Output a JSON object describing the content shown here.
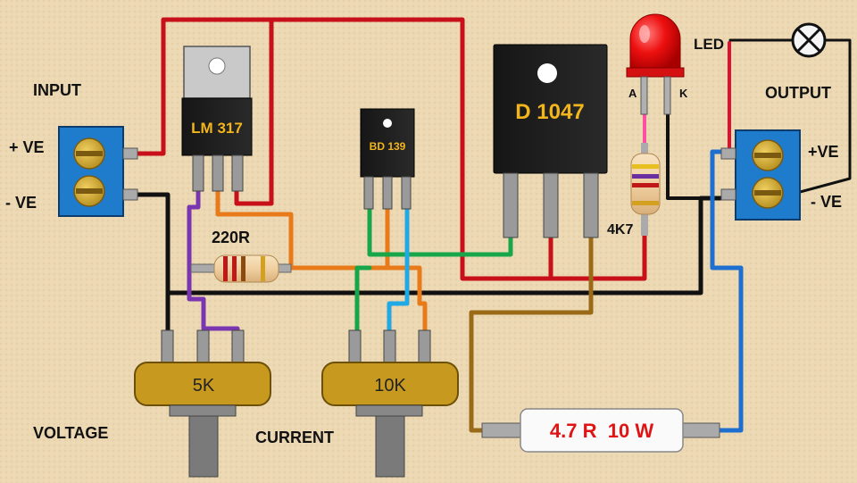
{
  "labels": {
    "input": "INPUT",
    "input_pos": "+ VE",
    "input_neg": "- VE",
    "output": "OUTPUT",
    "output_pos": "+VE",
    "output_neg": "- VE",
    "led": "LED",
    "led_anode": "A",
    "led_cathode": "K",
    "voltage": "VOLTAGE",
    "current": "CURRENT"
  },
  "components": {
    "regulator": "LM 317",
    "driver": "BD 139",
    "power_transistor": "D 1047",
    "resistor_220": "220R",
    "resistor_4k7": "4K7",
    "pot_voltage": "5K",
    "pot_current": "10K",
    "shunt_resistor": "4.7 R  10 W"
  },
  "colors": {
    "background": "#ecd9b4",
    "wire_red": "#c8101a",
    "wire_black": "#111111",
    "wire_orange": "#e87a1a",
    "wire_purple": "#7a35b0",
    "wire_green": "#17a64a",
    "wire_cyan": "#21a9e6",
    "wire_brown": "#9a6a18",
    "wire_blue": "#1e6fd0",
    "terminal_blue": "#1f7ccc",
    "pot_gold": "#c79a1f",
    "chip_text": "#f2b51c",
    "resistor_value_text": "#e01414"
  }
}
